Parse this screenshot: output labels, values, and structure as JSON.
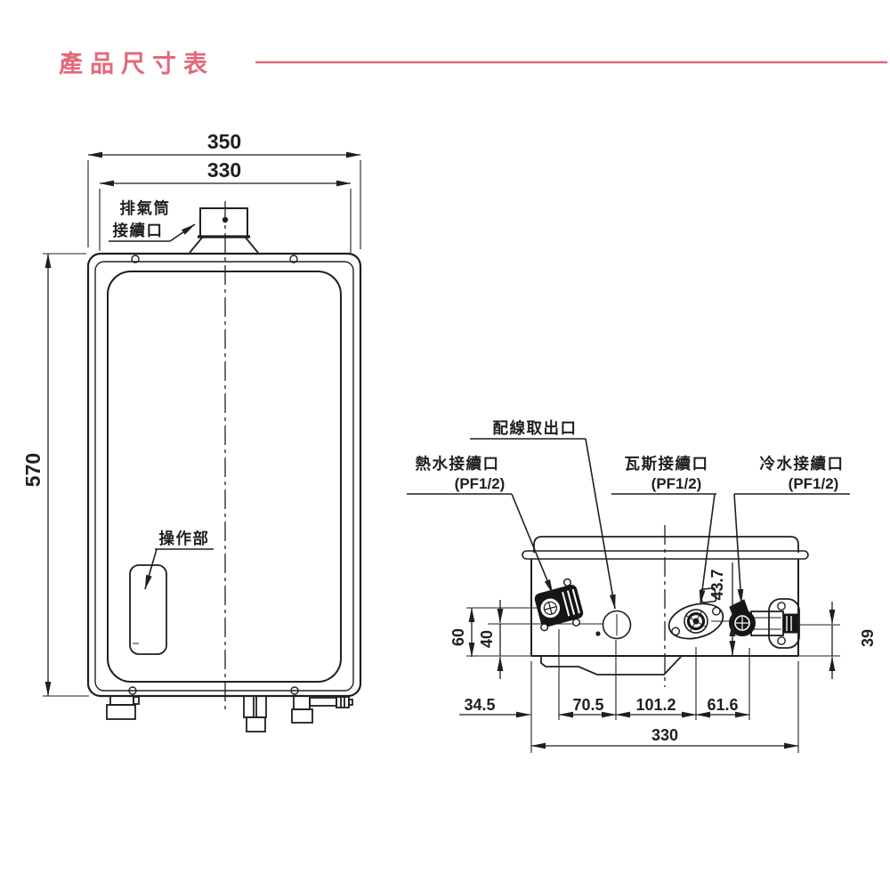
{
  "title": {
    "text": "產品尺寸表"
  },
  "colors": {
    "accent": "#e2697b",
    "line": "#1f1f1f"
  },
  "front_view": {
    "dim_width_overall": "350",
    "dim_width_body": "330",
    "dim_height": "570",
    "label_exhaust_line1": "排氣筒",
    "label_exhaust_line2": "接續口",
    "label_operation": "操作部"
  },
  "bottom_view": {
    "label_wiring": "配線取出口",
    "label_hot": "熱水接續口",
    "label_hot_spec": "(PF1/2)",
    "label_gas": "瓦斯接續口",
    "label_gas_spec": "(PF1/2)",
    "label_cold": "冷水接續口",
    "label_cold_spec": "(PF1/2)",
    "dim_offset_left": "34.5",
    "dim_hot_to_wiring": "70.5",
    "dim_wiring_to_gas": "101.2",
    "dim_gas_to_cold": "61.6",
    "dim_total_width": "330",
    "dim_hot_height": "60",
    "dim_wiring_height": "40",
    "dim_gas_height": "43.7",
    "dim_cold_height": "39"
  }
}
